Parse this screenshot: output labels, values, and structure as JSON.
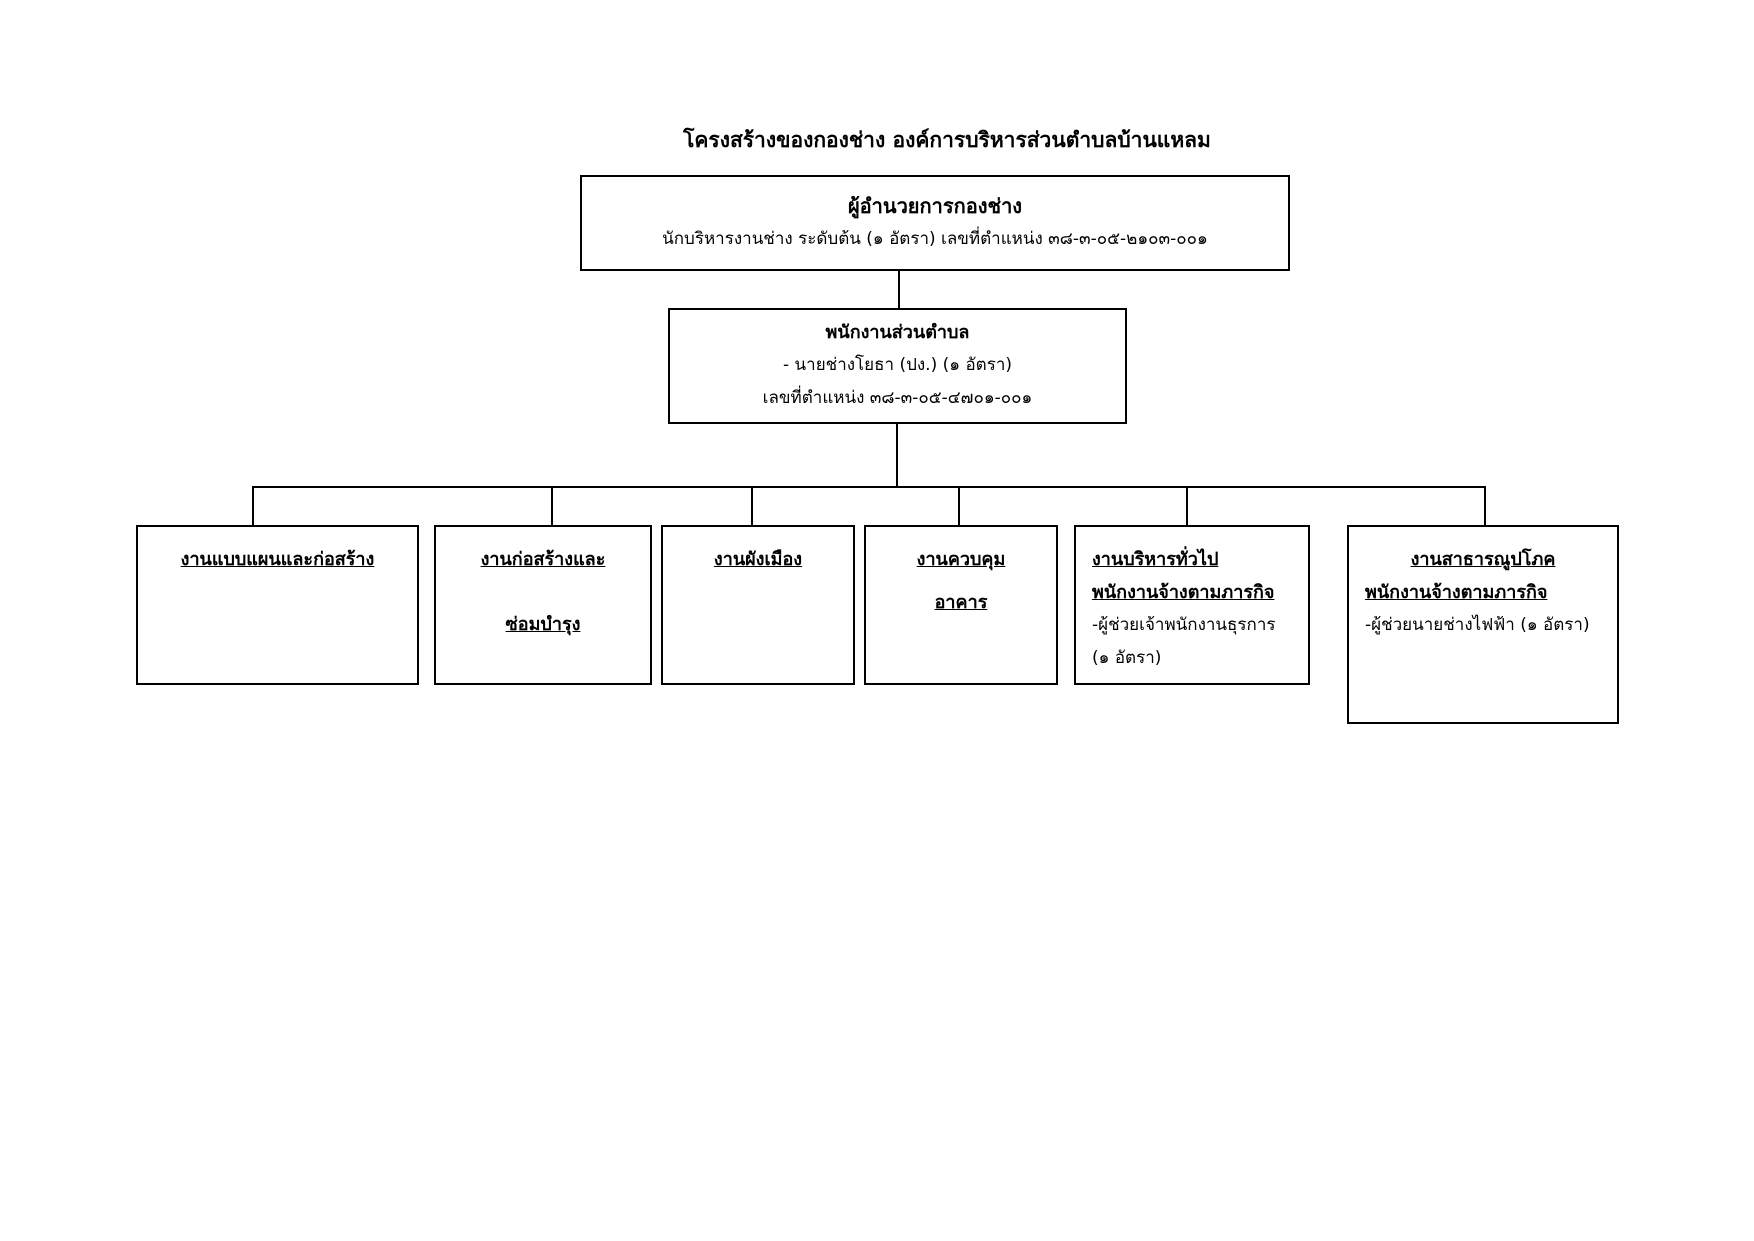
{
  "title": "โครงสร้างของกองช่าง  องค์การบริหารส่วนตำบลบ้านแหลม",
  "director": {
    "title": "ผู้อำนวยการกองช่าง",
    "subtitle": "นักบริหารงานช่าง ระดับต้น (๑ อัตรา) เลขที่ตำแหน่ง ๓๘-๓-๐๕-๒๑๐๓-๐๐๑"
  },
  "staff": {
    "title": "พนักงานส่วนตำบล",
    "line1": "- นายช่างโยธา (ปง.) (๑ อัตรา)",
    "line2": "เลขที่ตำแหน่ง ๓๘-๓-๐๕-๔๗๐๑-๐๐๑"
  },
  "units": [
    {
      "lines": [
        "งานแบบแผนและก่อสร้าง"
      ]
    },
    {
      "lines": [
        "งานก่อสร้างและ",
        "ซ่อมบำรุง"
      ]
    },
    {
      "lines": [
        "งานผังเมือง"
      ]
    },
    {
      "lines": [
        "งานควบคุม",
        "อาคาร"
      ]
    },
    {
      "title": "งานบริหารทั่วไป",
      "subtitle": "พนักงานจ้างตามภารกิจ",
      "detail1": "-ผู้ช่วยเจ้าพนักงานธุรการ",
      "detail2": "(๑ อัตรา)"
    },
    {
      "title": "งานสาธารณูปโภค",
      "subtitle": "พนักงานจ้างตามภารกิจ",
      "detail1": "-ผู้ช่วยนายช่างไฟฟ้า (๑ อัตรา)"
    }
  ]
}
